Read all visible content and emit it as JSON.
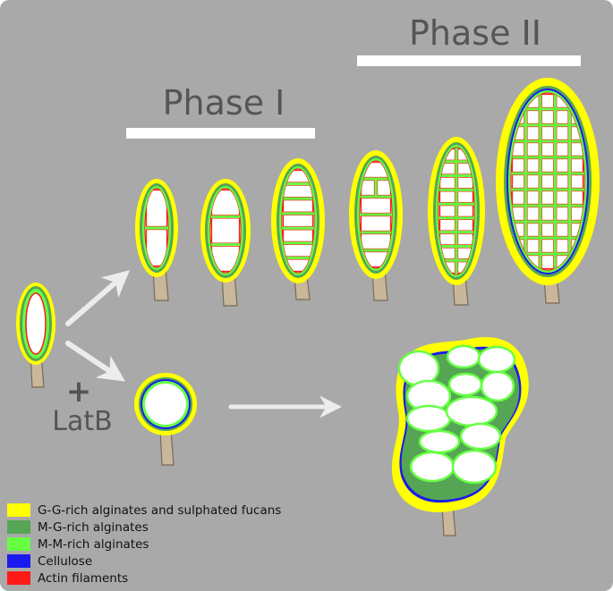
{
  "phases": {
    "phase1": "Phase I",
    "phase2": "Phase II"
  },
  "treatment": {
    "plus": "+",
    "drug": "LatB"
  },
  "legend": [
    {
      "label": "G-G-rich alginates and sulphated fucans",
      "color": "#ffff00"
    },
    {
      "label": "M-G-rich alginates",
      "color": "#55a555"
    },
    {
      "label": "M-M-rich alginates",
      "color": "#66ff44"
    },
    {
      "label": "Cellulose",
      "color": "#1a1aee"
    },
    {
      "label": "Actin filaments",
      "color": "#ff1a1a"
    }
  ],
  "colors": {
    "background": "#a9a9a9",
    "arrow": "#ececec",
    "stalk": "#c8b79a",
    "cell_interior": "#ffffff"
  }
}
